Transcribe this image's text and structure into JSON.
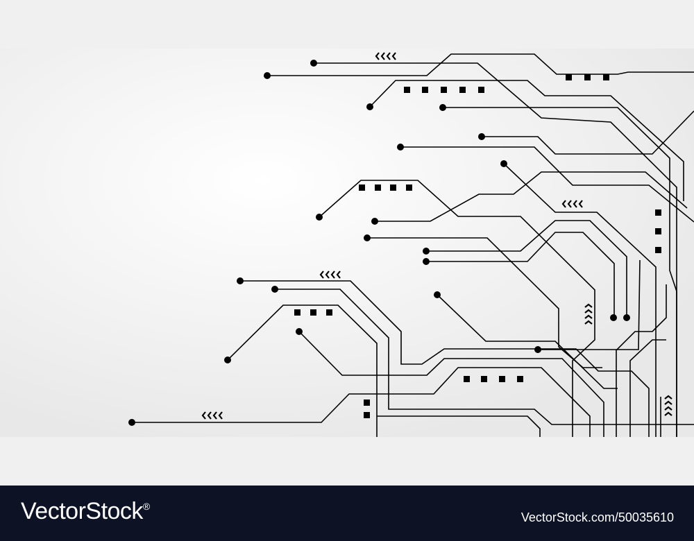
{
  "image": {
    "subject": "circuit-board-lines",
    "background_color": "#f0f0f0",
    "trace_color": "#000000",
    "footer_color": "#0d1324"
  },
  "footer": {
    "brand_name": "VectorStock",
    "brand_mark": "®",
    "image_id": "VectorStock.com/50035610"
  }
}
